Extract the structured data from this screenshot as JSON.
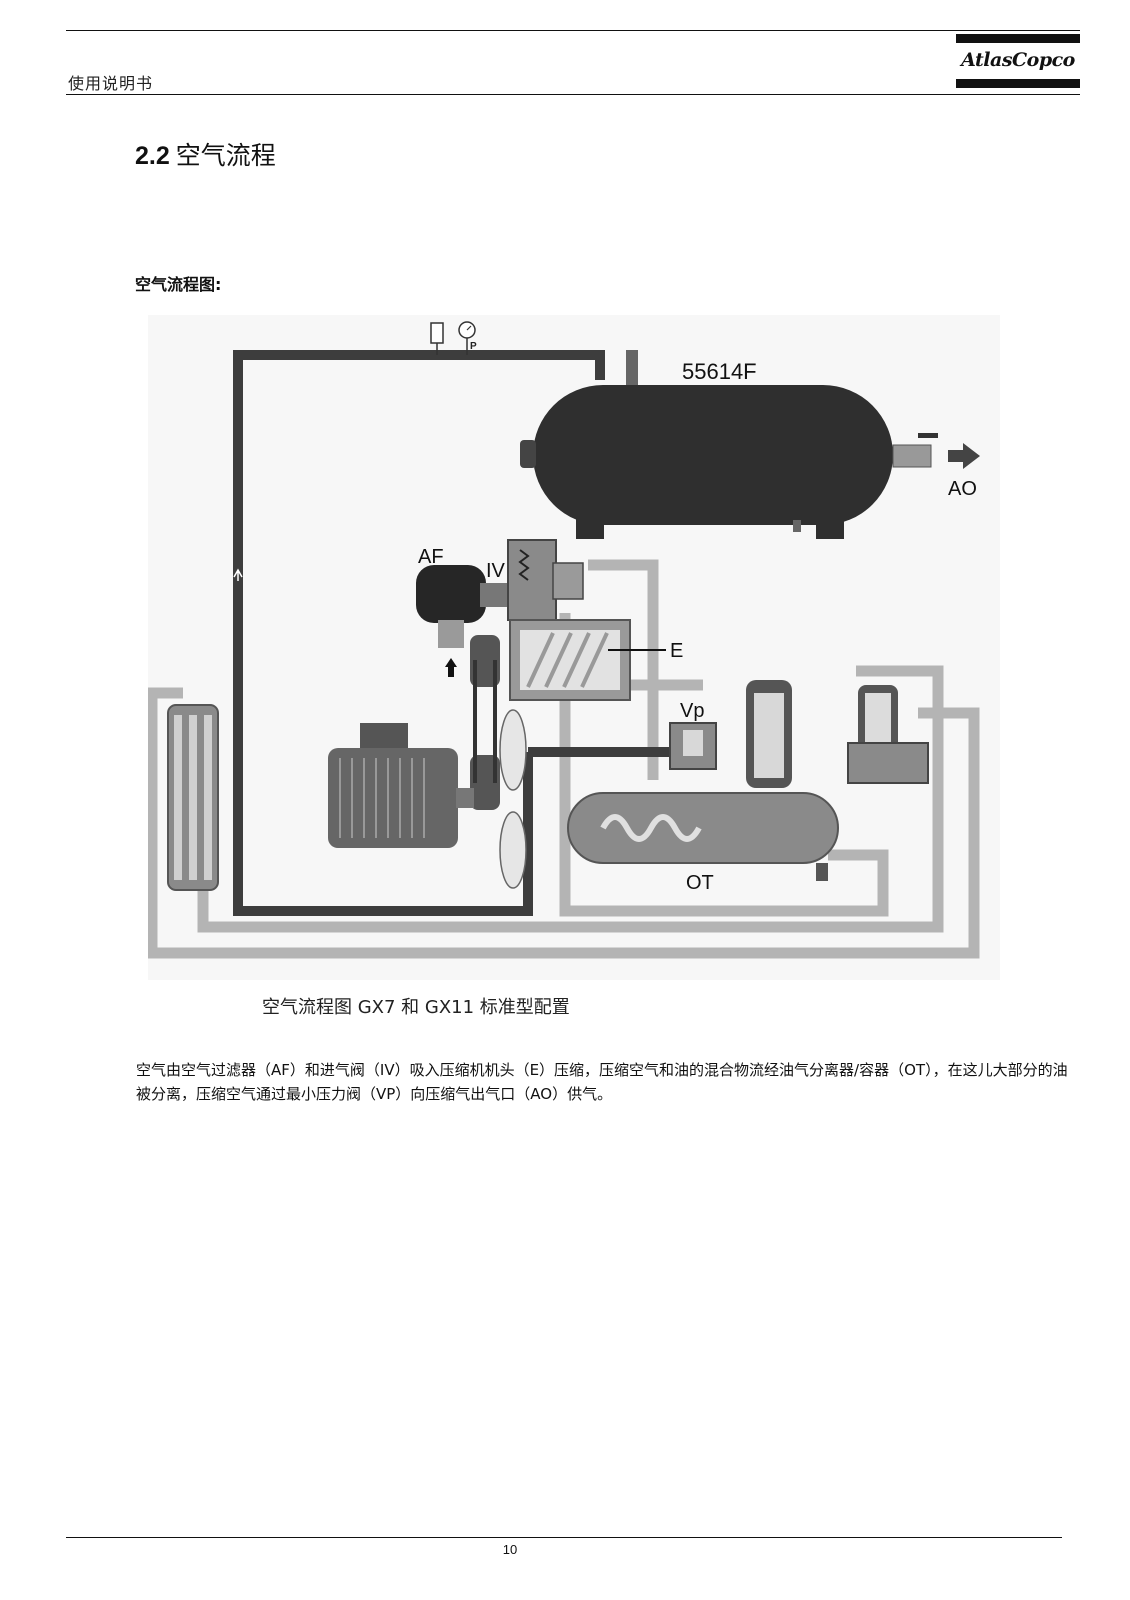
{
  "header": {
    "running_head": "使用说明书",
    "logo_text": "AtlasCopco"
  },
  "section": {
    "number": "2.2",
    "title": "空气流程"
  },
  "sub_heading": "空气流程图:",
  "diagram": {
    "labels": {
      "receiver_code": "55614F",
      "air_outlet": "AO",
      "air_filter": "AF",
      "inlet_valve": "IV",
      "element": "E",
      "min_pressure_valve": "Vp",
      "oil_tank": "OT",
      "pressure_mark": "P"
    }
  },
  "caption": "空气流程图  GX7 和 GX11 标准型配置",
  "body_text": "空气由空气过滤器（AF）和进气阀（IV）吸入压缩机机头（E）压缩，压缩空气和油的混合物流经油气分离器/容器（OT），在这儿大部分的油被分离，压缩空气通过最小压力阀（VP）向压缩气出气口（AO）供气。",
  "footer": {
    "page_number": "10"
  },
  "colors": {
    "dark_pipe": "#3d3d3d",
    "light_pipe": "#b4b4b4",
    "tank": "#2f2f2f"
  }
}
